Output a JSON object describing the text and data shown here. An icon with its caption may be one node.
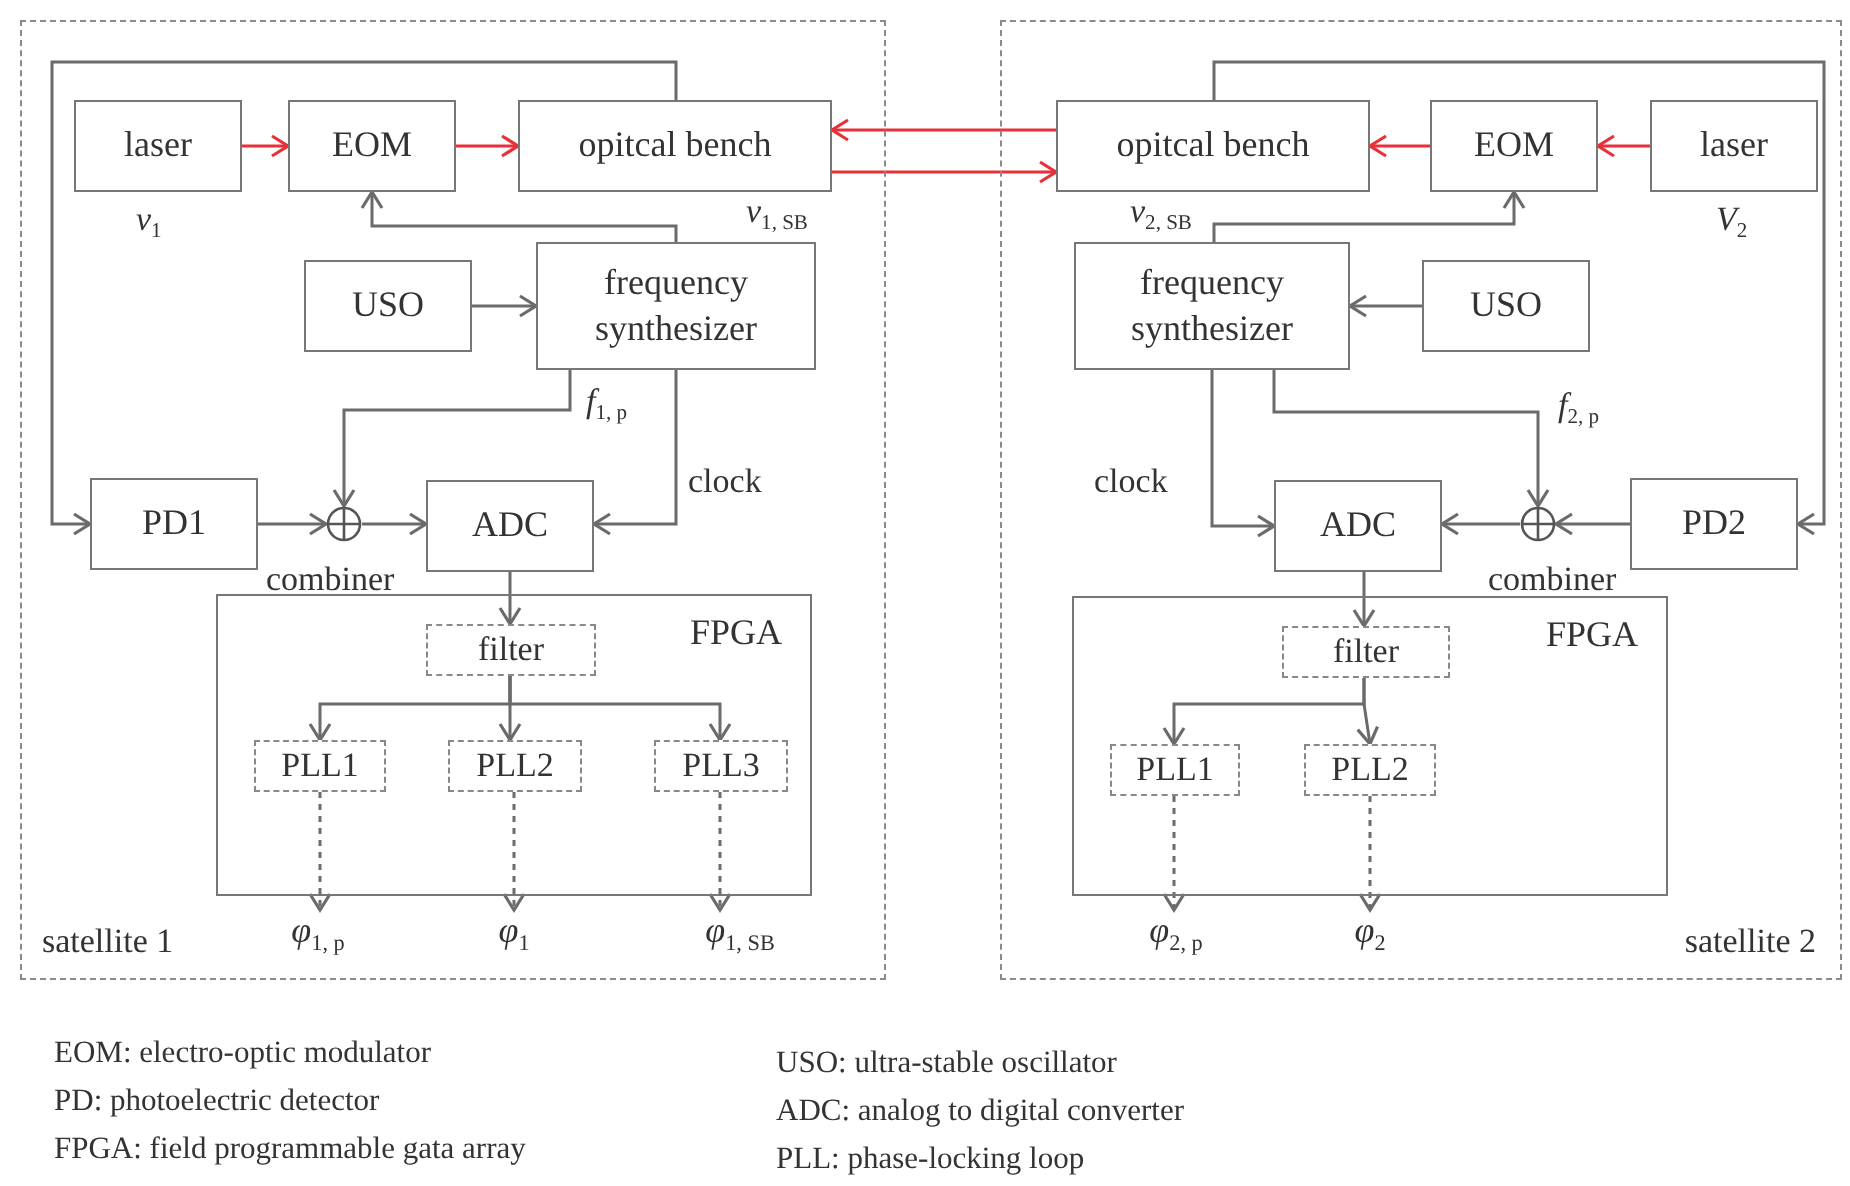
{
  "diagram": {
    "nodes": [
      {
        "text": [
          "satellite 1"
        ]
      },
      {
        "text": [
          "laser"
        ],
        "in": 0,
        "beside": [
          "*v*$_{1}$"
        ]
      },
      {
        "text": [
          "EOM"
        ],
        "in": 0
      },
      {
        "text": [
          "opitcal bench"
        ],
        "in": 0
      },
      {
        "text": [
          "USO"
        ],
        "in": 0
      },
      {
        "text": [
          "frequency synthesizer"
        ],
        "in": 0
      },
      {
        "text": [
          "PD1"
        ],
        "in": 0
      },
      {
        "text": [],
        "shape": "circle",
        "in": 0
      },
      {
        "text": [
          "ADC"
        ],
        "in": 0
      },
      {
        "text": [
          "FPGA"
        ],
        "in": 0
      },
      {
        "text": [
          "filter"
        ],
        "in": 9
      },
      {
        "text": [
          "PLL1"
        ],
        "in": 9
      },
      {
        "text": [
          "PLL2"
        ],
        "in": 9
      },
      {
        "text": [
          "PLL3"
        ],
        "in": 9
      },
      {
        "text": [
          "*φ*$_{1, p}$"
        ],
        "in": 0
      },
      {
        "text": [
          "*φ*$_{1}$"
        ],
        "in": 0
      },
      {
        "text": [
          "*φ*$_{1, SB}$"
        ],
        "in": 0
      },
      {
        "text": [
          "satellite 2"
        ]
      },
      {
        "text": [
          "opitcal bench"
        ],
        "in": 17
      },
      {
        "text": [
          "EOM"
        ],
        "in": 17
      },
      {
        "text": [
          "laser"
        ],
        "in": 17,
        "beside": [
          "*V*$_{2}$"
        ]
      },
      {
        "text": [
          "frequency synthesizer"
        ],
        "in": 17
      },
      {
        "text": [
          "USO"
        ],
        "in": 17
      },
      {
        "text": [
          "ADC"
        ],
        "in": 17
      },
      {
        "text": [],
        "shape": "circle",
        "in": 17
      },
      {
        "text": [
          "PD2"
        ],
        "in": 17
      },
      {
        "text": [
          "FPGA"
        ],
        "in": 17
      },
      {
        "text": [
          "filter"
        ],
        "in": 26
      },
      {
        "text": [
          "PLL1"
        ],
        "in": 26
      },
      {
        "text": [
          "PLL2"
        ],
        "in": 26
      },
      {
        "text": [
          "*φ*$_{2, p}$"
        ],
        "in": 17
      },
      {
        "text": [
          "*φ*$_{2}$"
        ],
        "in": 17
      }
    ],
    "edges": [
      {
        "from": 1,
        "to": 2,
        "arrow": "to",
        "color": "#e8303a"
      },
      {
        "from": 2,
        "to": 3,
        "arrow": "to",
        "color": "#e8303a"
      },
      {
        "from": 18,
        "to": 3,
        "arrow": "to",
        "color": "#e8303a"
      },
      {
        "from": 3,
        "to": 18,
        "arrow": "to",
        "color": "#e8303a"
      },
      {
        "from": 3,
        "to": 6,
        "arrow": "to"
      },
      {
        "from": 5,
        "to": 2,
        "arrow": "to",
        "label": "*v*$_{1, SB}$"
      },
      {
        "from": 4,
        "to": 5,
        "arrow": "to"
      },
      {
        "from": 5,
        "to": 7,
        "arrow": "to",
        "label": "*f*$_{1, p}$"
      },
      {
        "from": 5,
        "to": 8,
        "arrow": "to",
        "label": "clock"
      },
      {
        "from": 6,
        "to": 7,
        "arrow": "to"
      },
      {
        "from": 7,
        "to": 8,
        "arrow": "to"
      },
      {
        "from": 8,
        "to": 10,
        "arrow": "to"
      },
      {
        "from": 10,
        "to": 11,
        "arrow": "to"
      },
      {
        "from": 10,
        "to": 12,
        "arrow": "to"
      },
      {
        "from": 10,
        "to": 13,
        "arrow": "to"
      },
      {
        "from": 11,
        "to": 14,
        "arrow": "to",
        "style": "dashed"
      },
      {
        "from": 12,
        "to": 15,
        "arrow": "to",
        "style": "dashed"
      },
      {
        "from": 13,
        "to": 16,
        "arrow": "to",
        "style": "dashed"
      },
      {
        "from": 20,
        "to": 19,
        "arrow": "to",
        "color": "#e8303a"
      },
      {
        "from": 19,
        "to": 18,
        "arrow": "to",
        "color": "#e8303a"
      },
      {
        "from": 18,
        "to": 25,
        "arrow": "to"
      },
      {
        "from": 21,
        "to": 19,
        "arrow": "to",
        "label": "*v*$_{2, SB}$"
      },
      {
        "from": 22,
        "to": 21,
        "arrow": "to"
      },
      {
        "from": 21,
        "to": 24,
        "arrow": "to",
        "label": "*f*$_{2, p}$"
      },
      {
        "from": 21,
        "to": 23,
        "arrow": "to",
        "label": "clock"
      },
      {
        "from": 25,
        "to": 24,
        "arrow": "to"
      },
      {
        "from": 24,
        "to": 23,
        "arrow": "to"
      },
      {
        "from": 23,
        "to": 27,
        "arrow": "to"
      },
      {
        "from": 27,
        "to": 28,
        "arrow": "to"
      },
      {
        "from": 27,
        "to": 29,
        "arrow": "to"
      },
      {
        "from": 28,
        "to": 30,
        "arrow": "to",
        "style": "dashed"
      },
      {
        "from": 29,
        "to": 31,
        "arrow": "to",
        "style": "dashed"
      }
    ],
    "labels": [
      "combiner",
      "combiner",
      "EOM: electro-optic modulator",
      "USO: ultra-stable oscillator",
      "PD: photoelectric detector",
      "ADC: analog to digital converter",
      "FPGA: field programmable gata array",
      "PLL: phase-locking loop"
    ]
  }
}
